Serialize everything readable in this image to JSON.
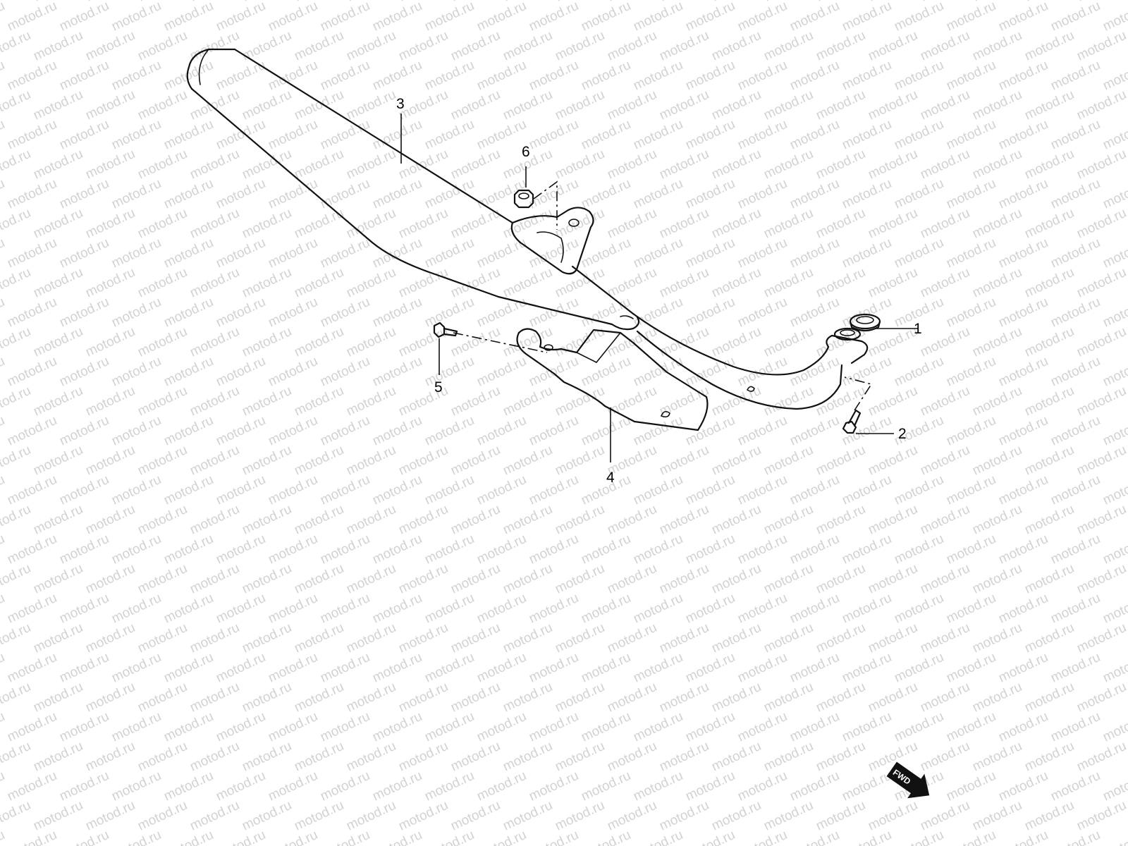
{
  "watermark": {
    "text": "motod.ru",
    "color": "#d2d2d2"
  },
  "callouts": [
    {
      "id": "1",
      "label": "1",
      "part": "gasket"
    },
    {
      "id": "2",
      "label": "2",
      "part": "bolt"
    },
    {
      "id": "3",
      "label": "3",
      "part": "muffler"
    },
    {
      "id": "4",
      "label": "4",
      "part": "heat shield"
    },
    {
      "id": "5",
      "label": "5",
      "part": "bolt"
    },
    {
      "id": "6",
      "label": "6",
      "part": "nut"
    }
  ],
  "direction_badge": {
    "text": "FWD",
    "icon": "forward-arrow-icon"
  },
  "colors": {
    "line": "#111111",
    "background": "#ffffff"
  }
}
